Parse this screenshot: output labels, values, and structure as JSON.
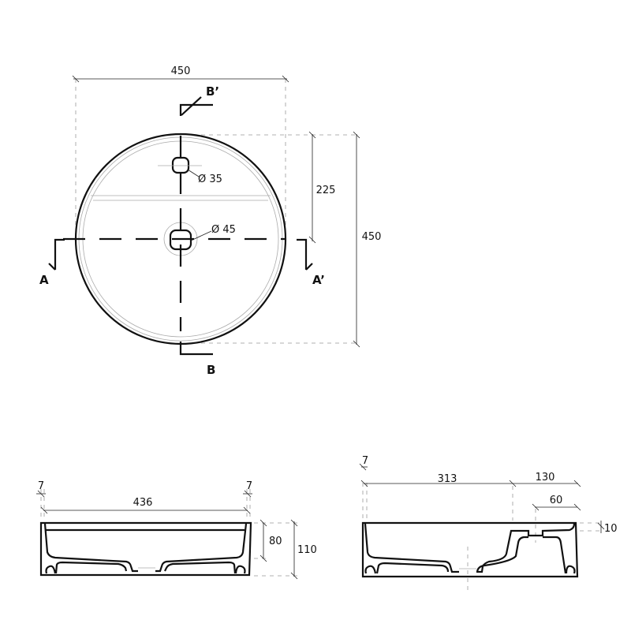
{
  "top_view": {
    "width_dim": "450",
    "depth_dim": "450",
    "half_dim": "225",
    "tap_hole": "Ø 35",
    "drain_hole": "Ø 45",
    "section_a": "A",
    "section_a_prime": "A’",
    "section_b": "B",
    "section_b_prime": "B’"
  },
  "section_a_view": {
    "inner_width": "436",
    "wall_left": "7",
    "wall_right": "7",
    "bowl_depth": "80",
    "total_height": "110"
  },
  "section_b_view": {
    "wall": "7",
    "bowl_length": "313",
    "shelf_length": "130",
    "tap_offset": "60",
    "shelf_drop": "10"
  }
}
